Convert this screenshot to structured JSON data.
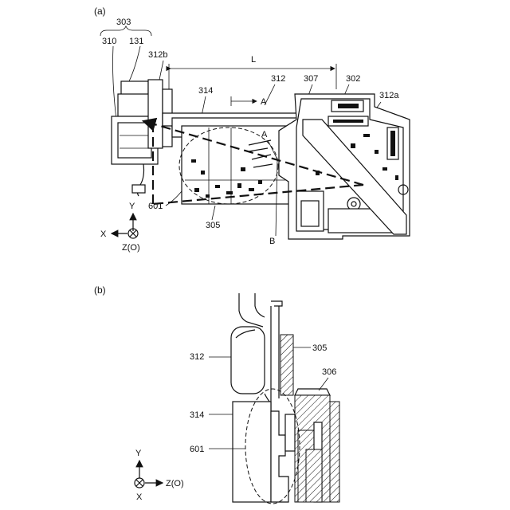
{
  "panel_a": {
    "label": "(a)",
    "parts": {
      "p303": "303",
      "p310": "310",
      "p131": "131",
      "p312b": "312b",
      "pL": "L",
      "p312": "312",
      "p307": "307",
      "p302": "302",
      "p312a": "312a",
      "p314": "314",
      "pA1": "A",
      "pA2": "A",
      "p601": "601",
      "p305": "305",
      "pB": "B"
    },
    "axes": {
      "y": "Y",
      "x": "X",
      "z": "Z(O)"
    }
  },
  "panel_b": {
    "label": "(b)",
    "parts": {
      "p312": "312",
      "p305": "305",
      "p306": "306",
      "p314": "314",
      "p601": "601"
    },
    "axes": {
      "y": "Y",
      "z": "Z(O)",
      "x": "X"
    }
  }
}
